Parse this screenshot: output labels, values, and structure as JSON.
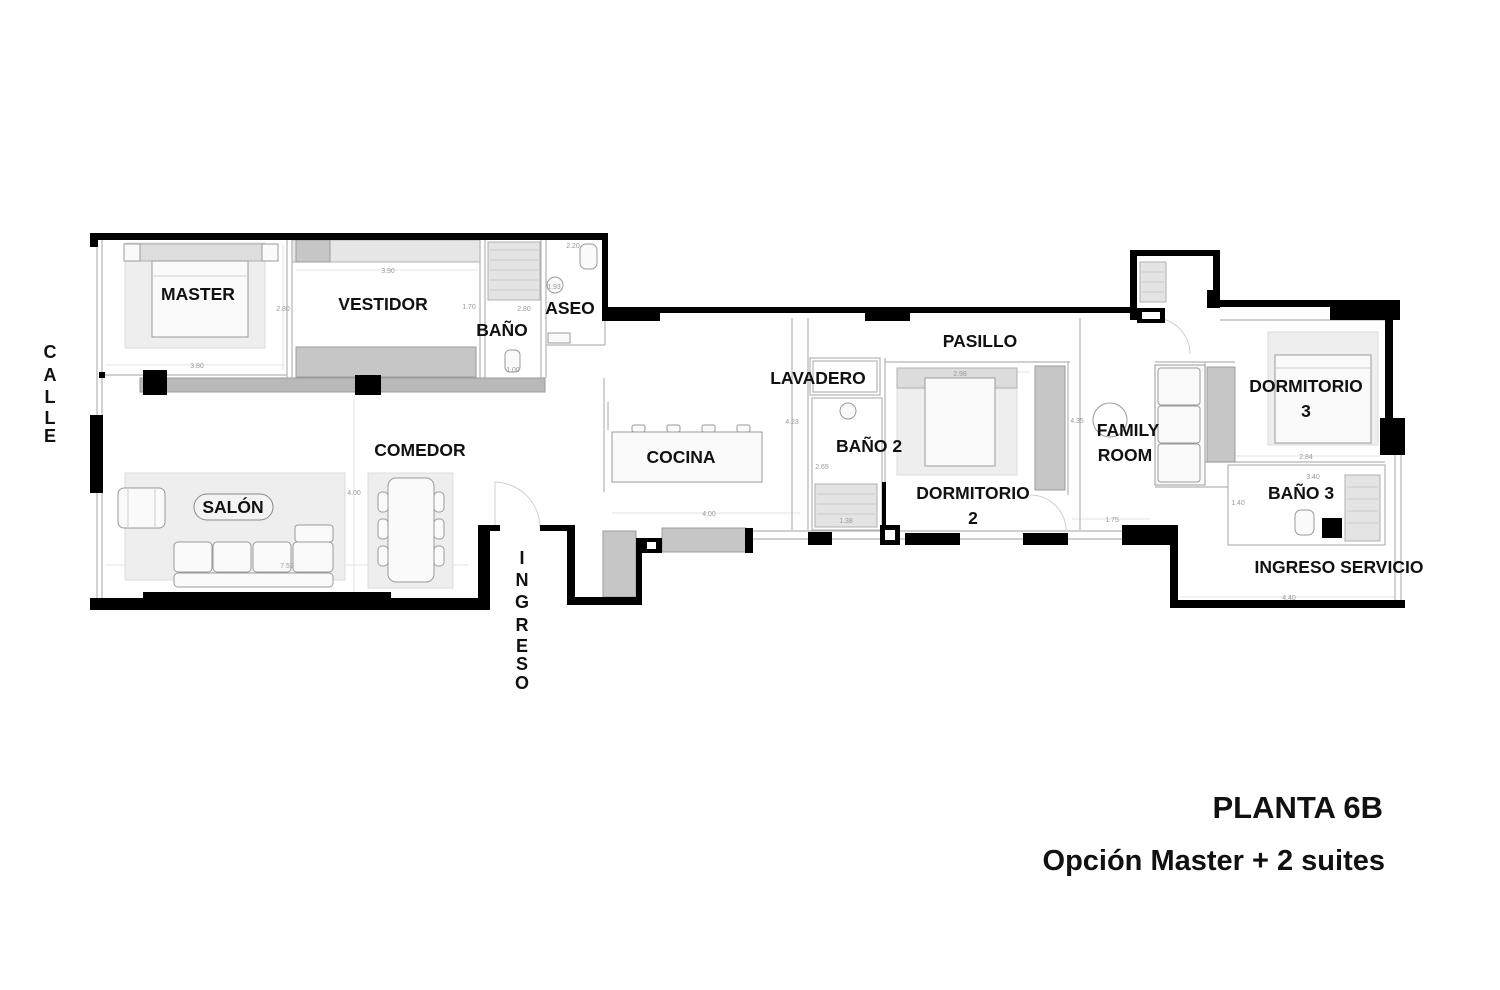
{
  "plan": {
    "street_letters": [
      "C",
      "A",
      "L",
      "L",
      "E"
    ],
    "entrance_letters": [
      "I",
      "N",
      "G",
      "R",
      "E",
      "S",
      "O"
    ],
    "rooms": {
      "master": "MASTER",
      "vestidor": "VESTIDOR",
      "bano": "BAÑO",
      "aseo": "ASEO",
      "comedor": "COMEDOR",
      "salon": "SALÓN",
      "cocina": "COCINA",
      "pasillo": "PASILLO",
      "lavadero": "LAVADERO",
      "bano_2": "BAÑO 2",
      "dormitorio_2": [
        "DORMITORIO",
        "2"
      ],
      "family_room": [
        "FAMILY",
        "ROOM"
      ],
      "dormitorio_3": [
        "DORMITORIO",
        "3"
      ],
      "bano_3": "BAÑO 3",
      "ingreso_servicio": "INGRESO SERVICIO"
    },
    "dimensions": [
      "3.90",
      "2.80",
      "1.70",
      "2.80",
      "1.93",
      "2.20",
      "3.80",
      "1.00",
      "4.00",
      "7.52",
      "4.00",
      "4.23",
      "2.65",
      "1.38",
      "2.98",
      "4.35",
      "1.75",
      "2.84",
      "3.40",
      "1.40",
      "4.40"
    ]
  },
  "title": "PLANTA 6B",
  "subtitle": "Opción Master + 2 suites"
}
